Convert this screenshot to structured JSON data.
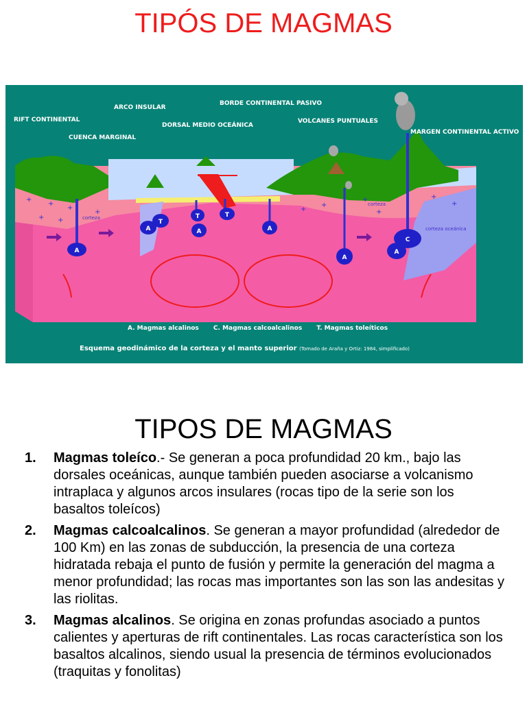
{
  "slide_title": "TIPÓS DE MAGMAS",
  "figure": {
    "labels": {
      "rift": "RIFT CONTINENTAL",
      "cuenca": "CUENCA MARGINAL",
      "arco": "ARCO INSULAR",
      "dorsal": "DORSAL MEDIO OCEÁNICA",
      "borde": "BORDE CONTINENTAL PASIVO",
      "volcanes": "VOLCANES PUNTUALES",
      "margen": "MARGEN CONTINENTAL ACTIVO"
    },
    "inner_labels": {
      "corteza_left": "corteza",
      "corteza_right": "corteza",
      "corteza_oceanica": "corteza oceánica"
    },
    "magma_markers": [
      "A",
      "C",
      "T"
    ],
    "legend": {
      "a": "A. Magmas alcalinos",
      "c": "C. Magmas calcoalcalinos",
      "t": "T. Magmas toleíticos"
    },
    "caption": "Esquema geodinámico de la corteza y el manto superior",
    "source": "(Tomado de Araña y Ortiz: 1984, simplificado)"
  },
  "section_heading": "TIPOS DE MAGMAS",
  "items": [
    {
      "number": "1.",
      "term": "Magmas toleíco",
      "text": ".- Se generan a poca profundidad 20 km., bajo las dorsales oceánicas, aunque también pueden asociarse a volcanismo intraplaca y algunos arcos insulares (rocas tipo de la serie son los basaltos toleícos)"
    },
    {
      "number": "2.",
      "term": "Magmas calcoalcalinos",
      "text": ". Se generan a mayor profundidad (alrededor de 100 Km) en las zonas de subducción, la presencia de una corteza hidratada rebaja el punto de fusión y permite la generación del magma a menor profundidad; las rocas mas importantes son las son las andesitas y las riolitas."
    },
    {
      "number": "3.",
      "term": "Magmas alcalinos",
      "text": ". Se origina en zonas profundas asociado a puntos calientes y aperturas de rift continentales. Las rocas característica son los basaltos alcalinos, siendo usual la presencia de términos evolucionados (traquitas y fonolitas)"
    }
  ]
}
